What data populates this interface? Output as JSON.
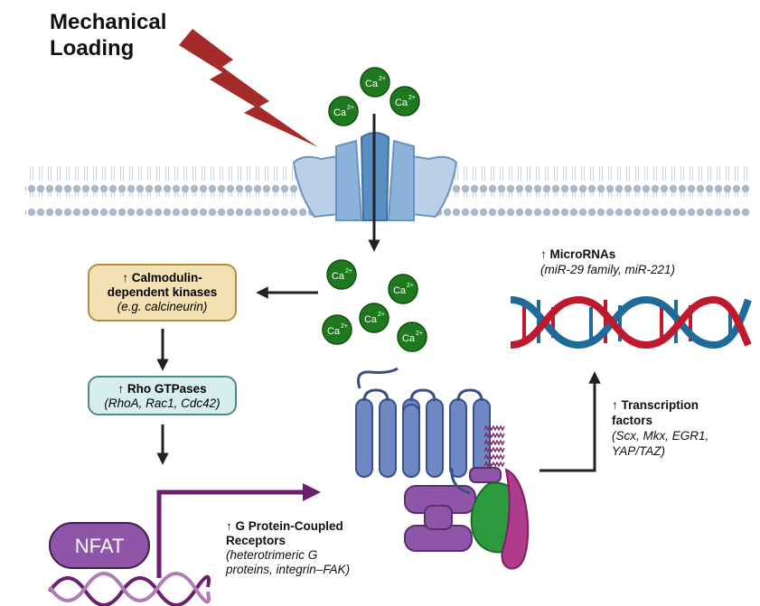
{
  "title": {
    "line1": "Mechanical",
    "line2": "Loading"
  },
  "ion_label": "Ca",
  "ion_charge": "2+",
  "calmodulin": {
    "line1": "↑ Calmodulin-",
    "line2": "dependent kinases",
    "line3": "(e.g. calcineurin)"
  },
  "rho": {
    "line1": "↑ Rho GTPases",
    "line2": "(RhoA, Rac1, Cdc42)"
  },
  "nfat": "NFAT",
  "microrna": {
    "line1": "↑ MicroRNAs",
    "line2": "(miR-29 family, miR-221)"
  },
  "tf": {
    "line1": "↑ Transcription",
    "line2": "factors",
    "line3": "(Scx, Mkx, EGR1,",
    "line4": "YAP/TAZ)"
  },
  "gpcr": {
    "line1": "↑ G Protein-Coupled",
    "line2": "Receptors",
    "line3": "(heterotrimeric G",
    "line4": "proteins, integrin–FAK)"
  },
  "colors": {
    "lightning": "#a52a2a",
    "calcium": "#1f7a1f",
    "membrane": "#a9b8cc",
    "channel": "#6a93c4",
    "calmodulin_box": "#f3e0b3",
    "rho_box": "#d6efec",
    "nfat": "#8e55a8",
    "gpcr_purple_arrow": "#6b1f6e",
    "receptor": "#6f88c4",
    "g_alpha": "#8e55a8",
    "g_beta": "#2e9a3e",
    "g_gamma": "#b03a8c",
    "dna_red": "#c0182c",
    "dna_blue": "#1f6b9a"
  }
}
